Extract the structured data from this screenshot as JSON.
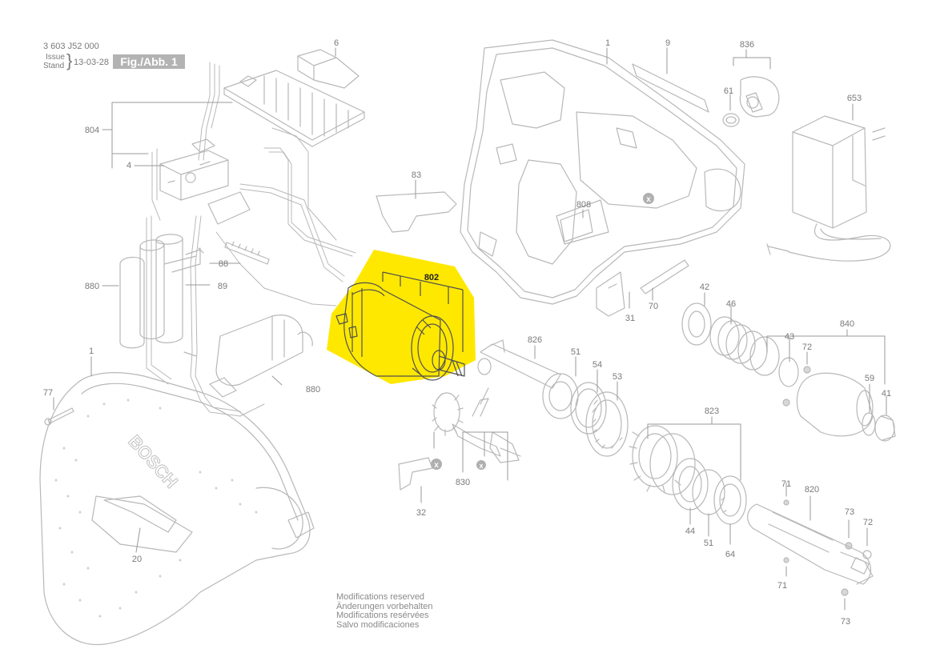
{
  "header": {
    "doc_number": "3 603 J52 000",
    "issue_label": "Issue",
    "stand_label": "Stand",
    "date": "13-03-28",
    "fig_label": "Fig./Abb. 1"
  },
  "highlight": {
    "part_number": "802",
    "color": "#ffe800"
  },
  "parts": [
    {
      "label": "6"
    },
    {
      "label": "1"
    },
    {
      "label": "9"
    },
    {
      "label": "836"
    },
    {
      "label": "61"
    },
    {
      "label": "653"
    },
    {
      "label": "804"
    },
    {
      "label": "4"
    },
    {
      "label": "83"
    },
    {
      "label": "808"
    },
    {
      "label": "88"
    },
    {
      "label": "880"
    },
    {
      "label": "89"
    },
    {
      "label": "70"
    },
    {
      "label": "31"
    },
    {
      "label": "42"
    },
    {
      "label": "46"
    },
    {
      "label": "840"
    },
    {
      "label": "43"
    },
    {
      "label": "72"
    },
    {
      "label": "826"
    },
    {
      "label": "51"
    },
    {
      "label": "54"
    },
    {
      "label": "53"
    },
    {
      "label": "59"
    },
    {
      "label": "41"
    },
    {
      "label": "880"
    },
    {
      "label": "1"
    },
    {
      "label": "77"
    },
    {
      "label": "823"
    },
    {
      "label": "830"
    },
    {
      "label": "32"
    },
    {
      "label": "71"
    },
    {
      "label": "820"
    },
    {
      "label": "73"
    },
    {
      "label": "72"
    },
    {
      "label": "44"
    },
    {
      "label": "51"
    },
    {
      "label": "64"
    },
    {
      "label": "71"
    },
    {
      "label": "20"
    },
    {
      "label": "73"
    }
  ],
  "markers": [
    "x",
    "x",
    "x"
  ],
  "brand": "BOSCH",
  "notes": [
    "Modifications reserved",
    "Änderungen vorbehalten",
    "Modifications resérvées",
    "Salvo modificaciones"
  ]
}
